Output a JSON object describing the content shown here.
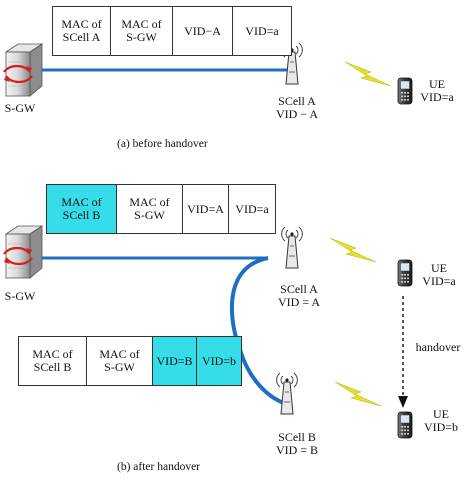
{
  "colors": {
    "highlight": "#35dde8",
    "link": "#1f6fc0",
    "wireless": "#e8e020",
    "server_arrow": "#d42020"
  },
  "panel_a": {
    "frame": [
      "MAC of\nSCell A",
      "MAC of\nS-GW",
      "VID−A",
      "VID=a"
    ],
    "sgw_label": "S-GW",
    "cell_label": "SCell A\nVID − A",
    "ue_label": "UE\nVID=a",
    "caption": "(a) before handover"
  },
  "panel_b": {
    "top_frame": [
      "MAC of\nSCell B",
      "MAC of\nS-GW",
      "VID=A",
      "VID=a"
    ],
    "bottom_frame": [
      "MAC of\nSCell B",
      "MAC of\nS-GW",
      "VID=B",
      "VID=b"
    ],
    "sgw_label": "S-GW",
    "cell_a_label": "SCell A\nVID = A",
    "cell_b_label": "SCell B\nVID = B",
    "ue_a_label": "UE\nVID=a",
    "ue_b_label": "UE\nVID=b",
    "handover_label": "handover",
    "caption": "(b) after handover"
  }
}
